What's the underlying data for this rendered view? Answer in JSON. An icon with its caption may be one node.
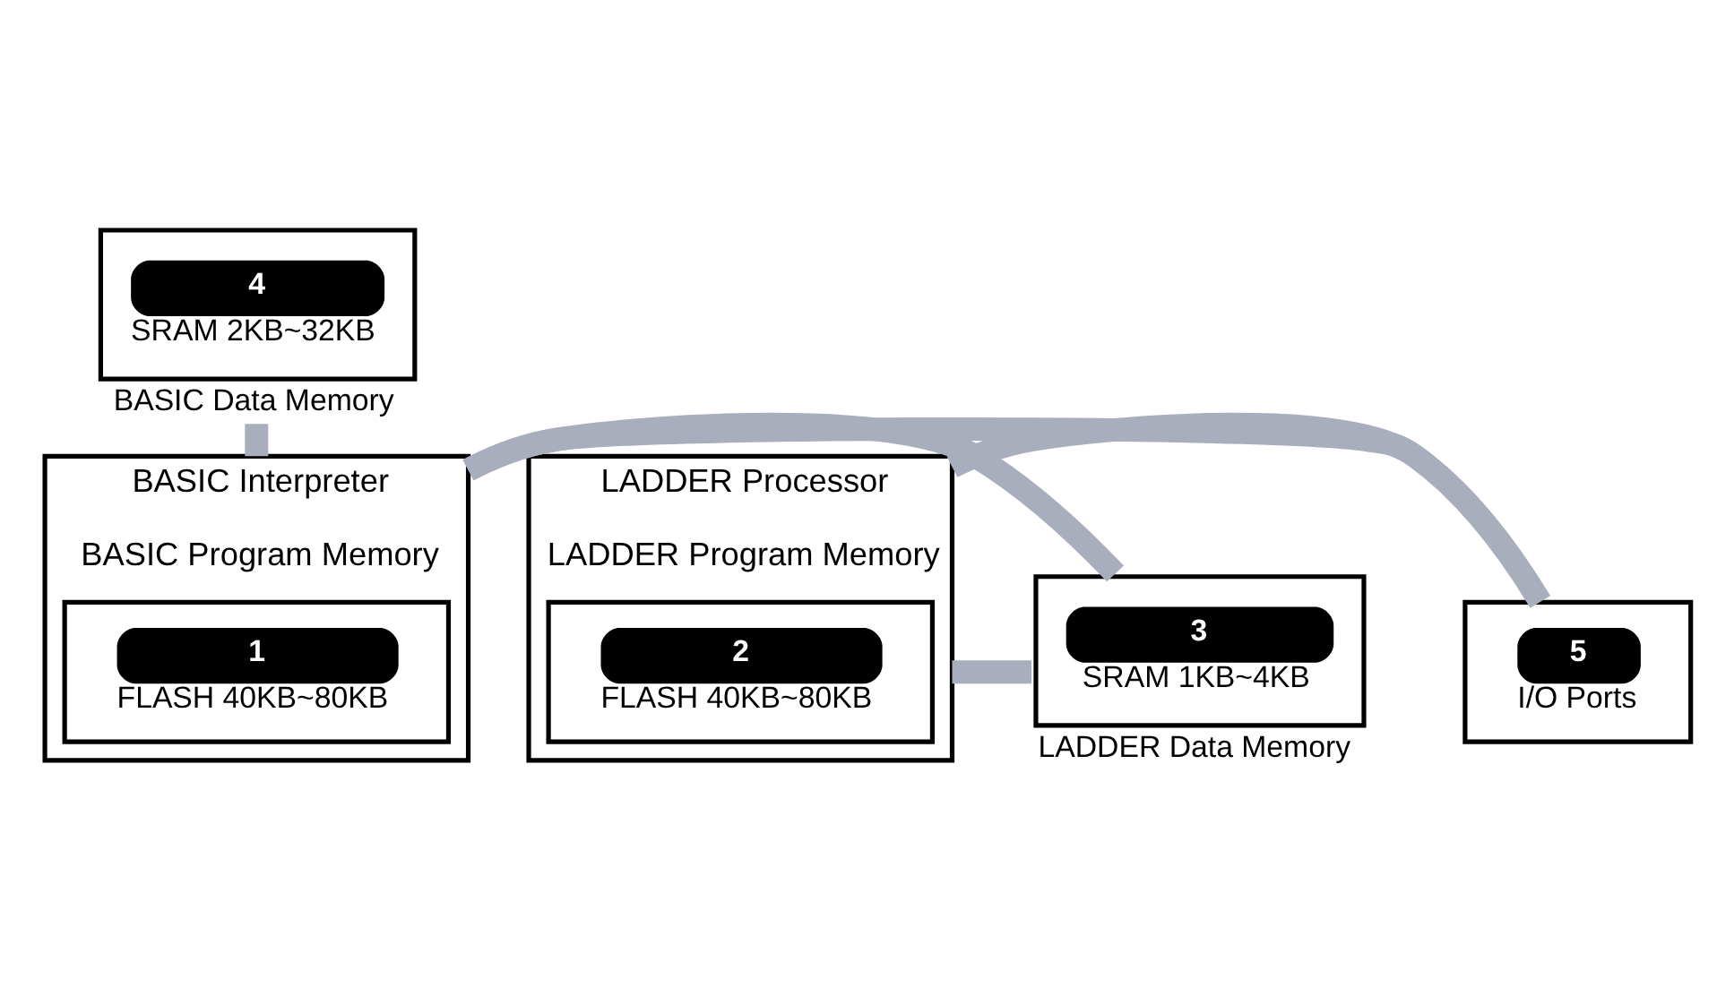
{
  "diagram": {
    "nodes": [
      {
        "text": [
          "BASIC Interpreter",
          "BASIC Program Memory"
        ]
      },
      {
        "text": [
          "1",
          "FLASH 40KB~80KB"
        ],
        "in": 0
      },
      {
        "text": [
          "LADDER Processor",
          "LADDER Program Memory"
        ]
      },
      {
        "text": [
          "2",
          "FLASH 40KB~80KB"
        ],
        "in": 2
      },
      {
        "text": [
          "4",
          "SRAM 2KB~32KB"
        ],
        "beside": [
          "BASIC Data Memory"
        ]
      },
      {
        "text": [
          "3",
          "SRAM 1KB~4KB"
        ],
        "beside": [
          "LADDER Data Memory"
        ]
      },
      {
        "text": [
          "5",
          "I/O Ports"
        ]
      }
    ],
    "edges": [
      {
        "from": 4,
        "to": 0,
        "arrow": "none"
      },
      {
        "from": 0,
        "to": 5,
        "arrow": "none"
      },
      {
        "from": 2,
        "to": 5,
        "arrow": "none"
      },
      {
        "from": 0,
        "to": 6,
        "arrow": "none"
      },
      {
        "from": 2,
        "to": 6,
        "arrow": "none"
      }
    ]
  }
}
